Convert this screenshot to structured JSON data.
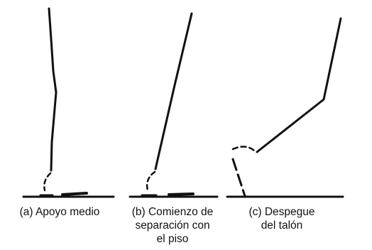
{
  "panels": [
    {
      "id": "a",
      "caption_lines": [
        "(a) Apoyo medio"
      ]
    },
    {
      "id": "b",
      "caption_lines": [
        "(b) Comienzo de",
        "separación con",
        "el piso"
      ]
    },
    {
      "id": "c",
      "caption_lines": [
        "(c) Despegue",
        "del talón"
      ]
    }
  ],
  "colors": {
    "line": "#111111",
    "background": "#ffffff"
  }
}
